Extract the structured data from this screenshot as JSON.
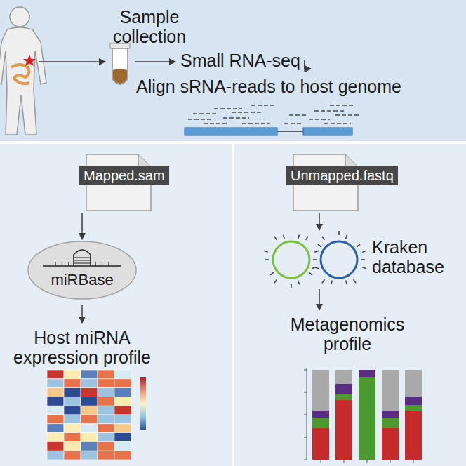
{
  "diagram": {
    "nodes": [
      {
        "text": [
          "Sample collection",
          "Small RNA-seq",
          "Align sRNA-reads to host genome"
        ]
      },
      {
        "text": [
          "Host miRNA expression profile"
        ]
      },
      {
        "text": [
          "Mapped.sam"
        ],
        "in": 1
      },
      {
        "text": [
          "miRBase"
        ],
        "in": 1
      },
      {
        "text": [
          "Kraken database",
          "Metagenomics profile"
        ]
      },
      {
        "text": [
          "Unmapped.fastq"
        ],
        "in": 4
      }
    ],
    "edges": [
      {
        "from": 2,
        "to": 3,
        "arrow": "to"
      }
    ]
  }
}
